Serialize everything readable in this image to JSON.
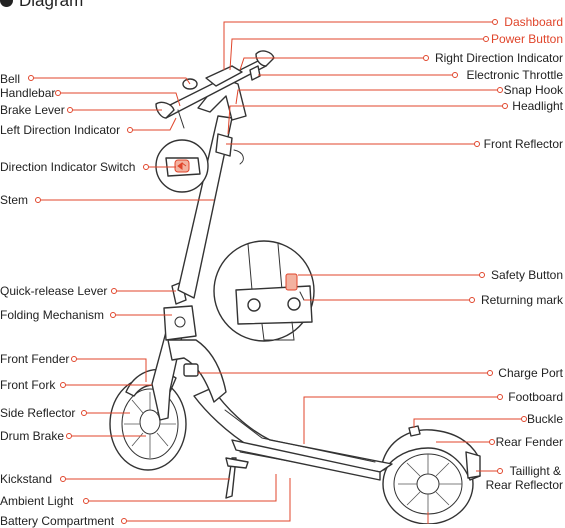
{
  "title": "Diagram",
  "labels_left": [
    "Bell",
    "Handlebar",
    "Brake Lever",
    "Left Direction Indicator",
    "Direction Indicator Switch",
    "Stem",
    "Quick-release Lever",
    "Folding Mechanism",
    "Front Fender",
    "Front Fork",
    "Side Reflector",
    "Drum Brake",
    "Kickstand",
    "Ambient Light",
    "Battery Compartment"
  ],
  "labels_right": [
    "Dashboard",
    "Power Button",
    "Right Direction Indicator",
    "Electronic Throttle",
    "Snap Hook",
    "Headlight",
    "Front Reflector",
    "Safety Button",
    "Returning mark",
    "Charge Port",
    "Footboard",
    "Buckle",
    "Rear Fender",
    "Taillight &",
    "Rear Reflector"
  ],
  "colors": {
    "accent": "#e0452b",
    "line_art": "#333333",
    "text": "#222222"
  }
}
